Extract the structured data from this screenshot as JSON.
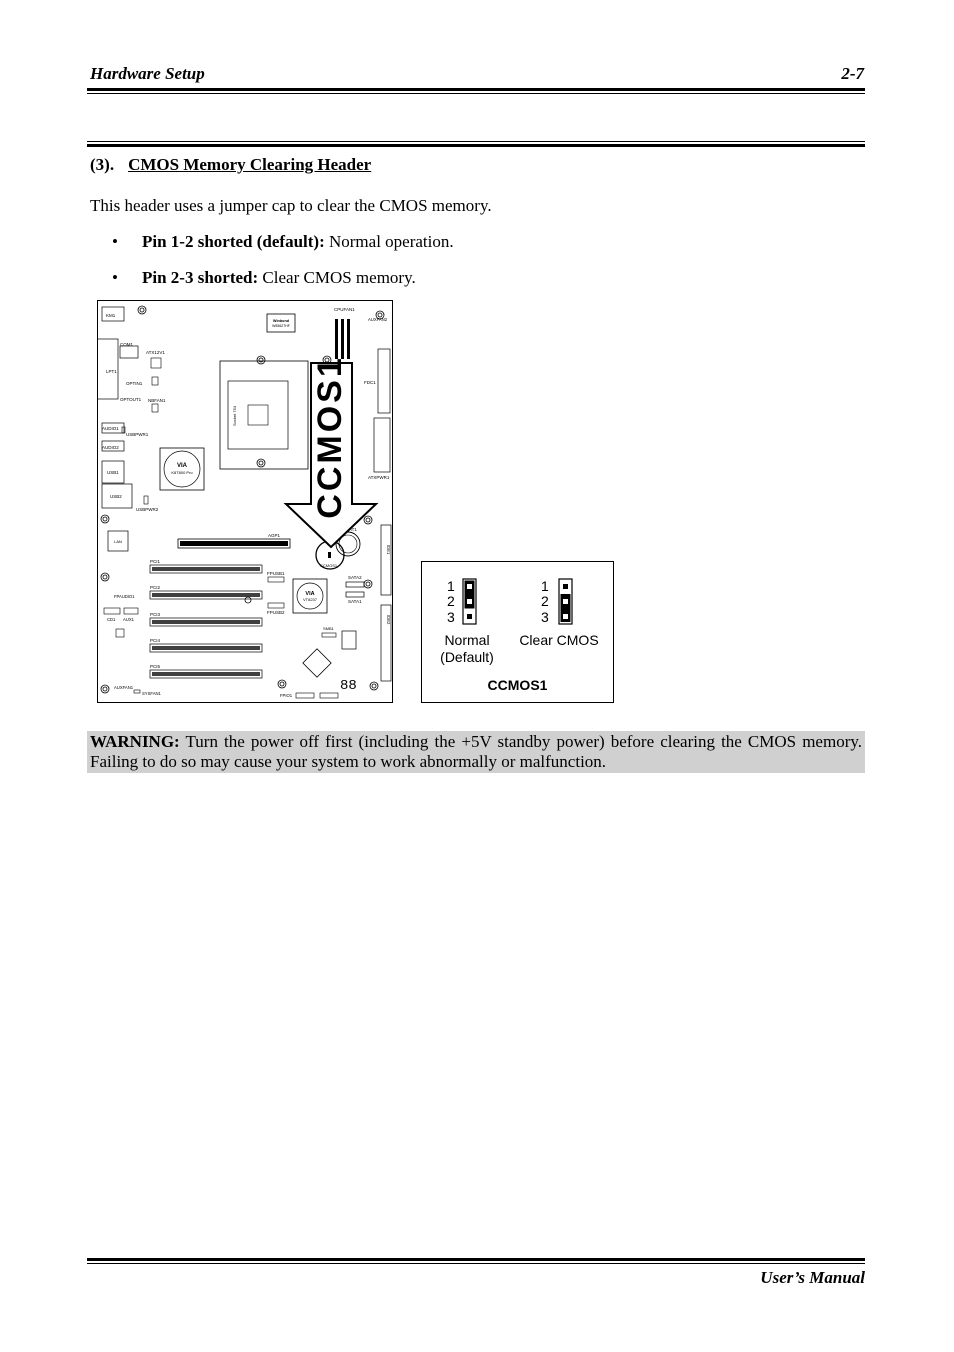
{
  "header": {
    "section": "Hardware Setup",
    "page": "2-7"
  },
  "section": {
    "number": "(3).",
    "title": "CMOS Memory Clearing Header",
    "intro": "This header uses a jumper cap to clear the CMOS memory.",
    "bullets": [
      {
        "bold": "Pin 1-2 shorted (default):",
        "text": " Normal operation."
      },
      {
        "bold": "Pin 2-3 shorted:",
        "text": " Clear CMOS memory."
      }
    ]
  },
  "board": {
    "callout": "CCMOS1",
    "labels": {
      "km": "KM1",
      "com": "COM1",
      "lpt": "LPT1",
      "atx12v": "ATX12V1",
      "optin": "OPTIN1",
      "optout": "OPTOUT1",
      "nbfan": "NBFAN1",
      "audio1": "AUDIO1",
      "audio2": "AUDIO2",
      "usbpwr1": "USBPWR1",
      "usb1": "USB1",
      "usb2": "USB2",
      "usbpwr2": "USBPWR2",
      "via_chip": "VIA",
      "via_chip_model": "K8T800 Pro",
      "winbond": "Winbond",
      "winbond_model": "W83627HF",
      "cpufan": "CPUFAN1",
      "auxfan2": "AUXFAN2",
      "fdc": "FDC1",
      "atxpwr": "ATXPWR1",
      "agp": "AGP1",
      "bat": "BAT1",
      "ccmos": "CCMOS1",
      "ide1": "IDE1",
      "ide2": "IDE2",
      "pci1": "PCI1",
      "pci2": "PCI2",
      "pci3": "PCI3",
      "pci4": "PCI4",
      "pci5": "PCI5",
      "fpusb1": "FPUSB1",
      "fpusb2": "FPUSB2",
      "sata1": "SATA1",
      "sata2": "SATA2",
      "vt8237": "VIA",
      "vt8237_model": "VT8237",
      "fpaudio": "FPAUDIO1",
      "cd1": "CD1",
      "aux1": "AUX1",
      "smb": "SMB1",
      "lan": "LAN",
      "auxfan1": "AUXFAN1",
      "sysfan": "SYSFAN1",
      "fpio": "FPIO1",
      "socket": "Socket 754"
    }
  },
  "jumper": {
    "pins": [
      "1",
      "2",
      "3"
    ],
    "normal_label": "Normal",
    "normal_sub": "(Default)",
    "clear_label": "Clear CMOS",
    "title": "CCMOS1"
  },
  "warning": {
    "bold": "WARNING:",
    "text": " Turn the power off first (including the +5V standby power) before clearing the CMOS memory. Failing to do so may cause your system to work abnormally or malfunction."
  },
  "footer": {
    "text": "User’s Manual"
  }
}
